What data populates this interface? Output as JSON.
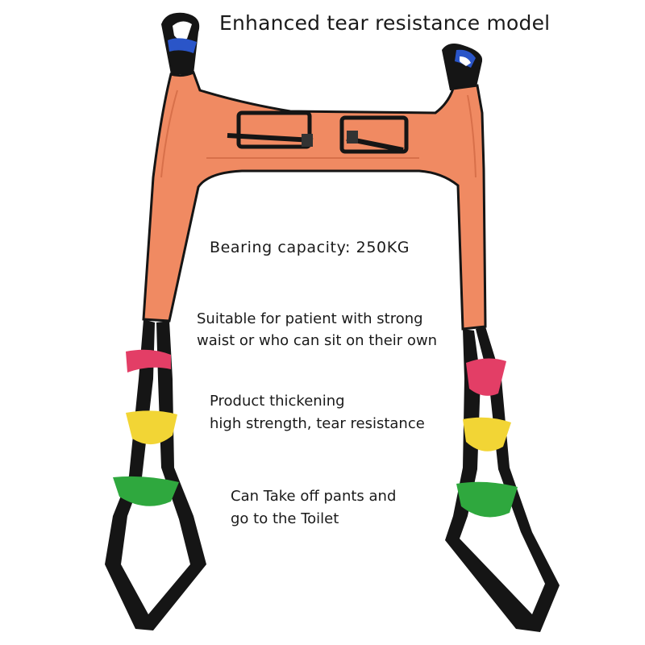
{
  "title": "Enhanced tear resistance model",
  "capacity": "Bearing capacity: 250KG",
  "suitability": {
    "line1": "Suitable for patient with strong",
    "line2": "waist or who can sit on their own"
  },
  "thickening": {
    "line1": "Product thickening",
    "line2": "high strength, tear resistance"
  },
  "toilet": {
    "line1": "Can Take off pants and",
    "line2": "go to the Toilet"
  },
  "colors": {
    "sling_body": "#f08a62",
    "strap": "#151515",
    "loop_blue": "#2a55c8",
    "loop_pink": "#e33e66",
    "loop_yellow": "#f2d535",
    "loop_green": "#2fa83e"
  }
}
